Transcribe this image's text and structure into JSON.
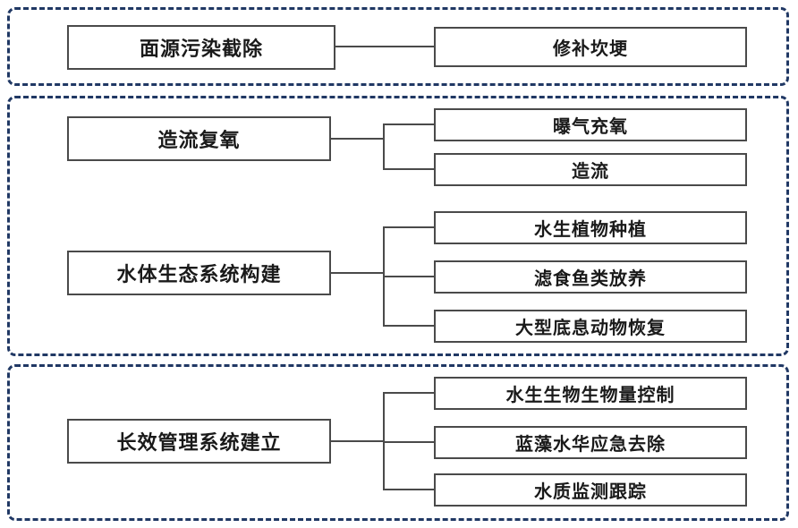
{
  "diagram": {
    "colors": {
      "group_border": "#203864",
      "box_border": "#4a4a4a",
      "connector": "#4a4a4a",
      "text": "#1a1a1a"
    },
    "section1": {
      "left": "面源污染截除",
      "right1": "修补坎埂"
    },
    "section2": {
      "row1_left": "造流复氧",
      "row1_right1": "曝气充氧",
      "row1_right2": "造流",
      "row2_left": "水体生态系统构建",
      "row2_right1": "水生植物种植",
      "row2_right2": "滤食鱼类放养",
      "row2_right3": "大型底息动物恢复"
    },
    "section3": {
      "left": "长效管理系统建立",
      "right1": "水生生物生物量控制",
      "right2": "蓝藻水华应急去除",
      "right3": "水质监测跟踪"
    }
  }
}
